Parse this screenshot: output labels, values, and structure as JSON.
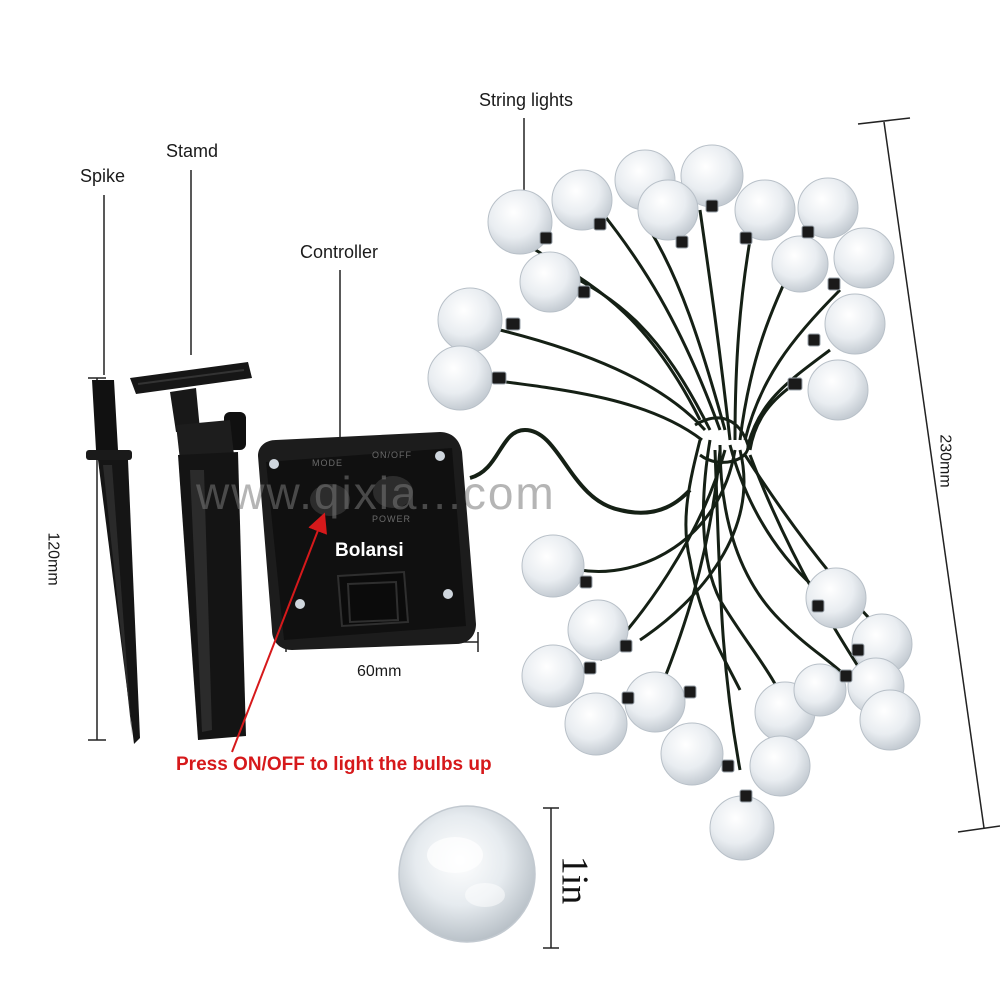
{
  "labels": {
    "spike": "Spike",
    "stand": "Stamd",
    "controller": "Controller",
    "string_lights": "String lights"
  },
  "dimensions": {
    "spike_height": "120mm",
    "controller_width": "60mm",
    "string_length": "230mm",
    "bulb_diameter": "1in"
  },
  "controller": {
    "brand": "Bolansi",
    "mode_label": "MODE",
    "onoff_label": "ON/OFF",
    "power_label": "POWER"
  },
  "note": {
    "text": "Press ON/OFF to light the bulbs up",
    "color": "#d6191b"
  },
  "watermark": "www.qixia...com",
  "colors": {
    "controller_body": "#1c1c1c",
    "wire": "#152015",
    "bulb_fill": "#eef1f4"
  }
}
